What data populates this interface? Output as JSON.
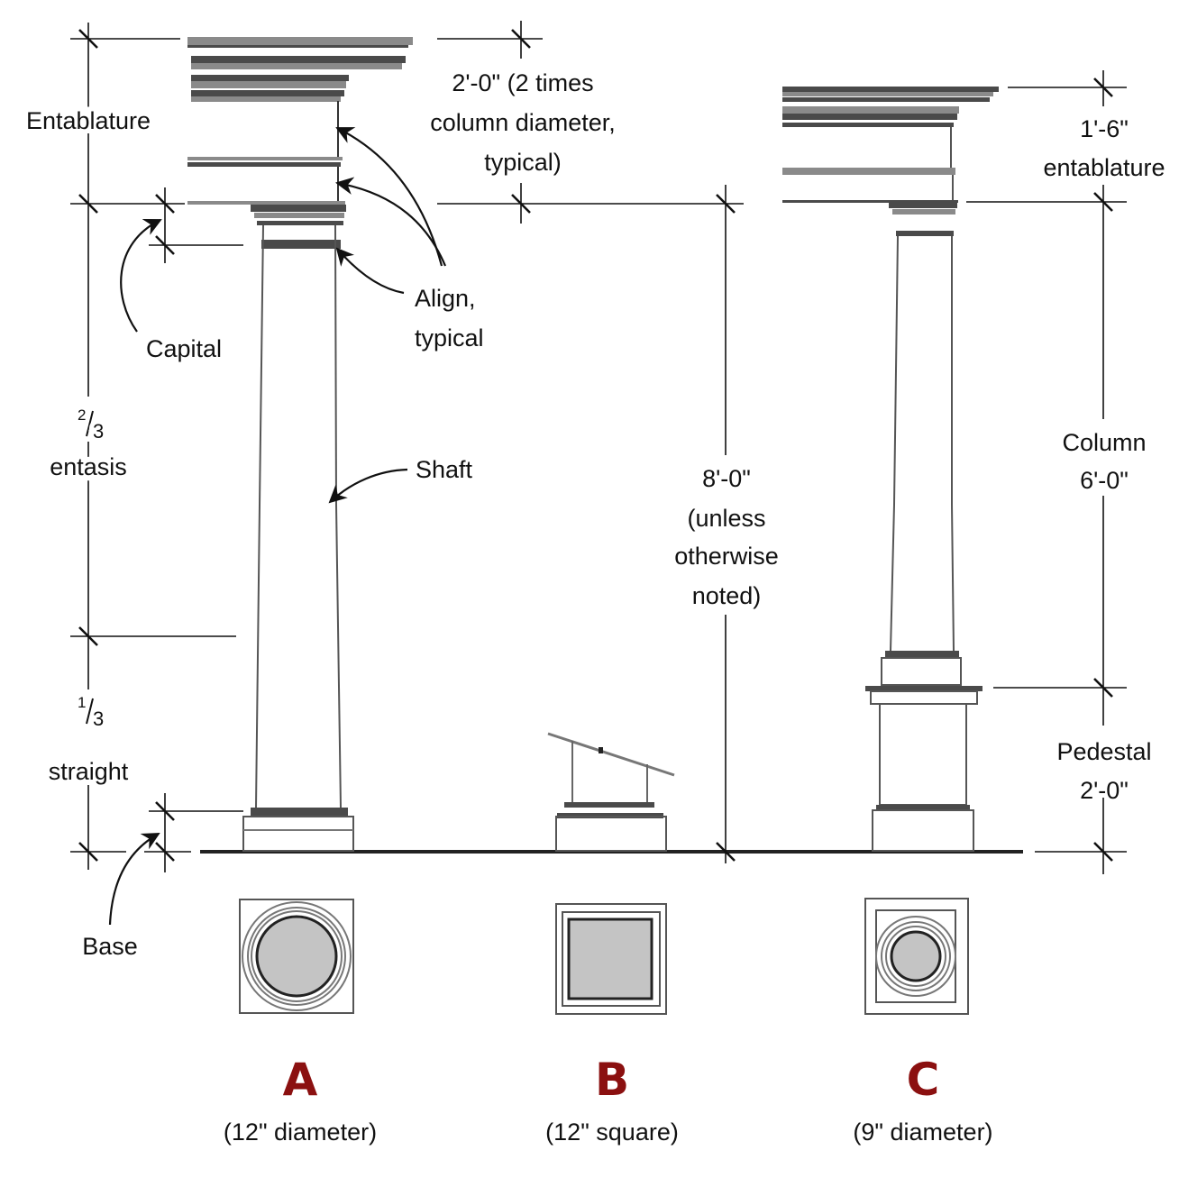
{
  "diagram": {
    "accent_color": "#8b1010",
    "annotations": {
      "entablature": "Entablature",
      "entablature_height": [
        "2'-0\" (2 times",
        "column diameter,",
        "typical)"
      ],
      "capital": "Capital",
      "align": [
        "Align,",
        "typical"
      ],
      "entasis_fraction": {
        "numerator": "2",
        "denominator": "3"
      },
      "entasis": "entasis",
      "shaft": "Shaft",
      "straight_fraction": {
        "numerator": "1",
        "denominator": "3"
      },
      "straight": "straight",
      "base": "Base",
      "overall_height": [
        "8'-0\"",
        "(unless",
        "otherwise",
        "noted)"
      ],
      "c_entablature": [
        "1'-6\"",
        "entablature"
      ],
      "c_column": [
        "Column",
        "6'-0\""
      ],
      "c_pedestal": [
        "Pedestal",
        "2'-0\""
      ]
    },
    "columns": [
      {
        "letter": "A",
        "caption": "(12\" diameter)",
        "plan": "round"
      },
      {
        "letter": "B",
        "caption": "(12\" square)",
        "plan": "square"
      },
      {
        "letter": "C",
        "caption": "(9\" diameter)",
        "plan": "round"
      }
    ]
  }
}
